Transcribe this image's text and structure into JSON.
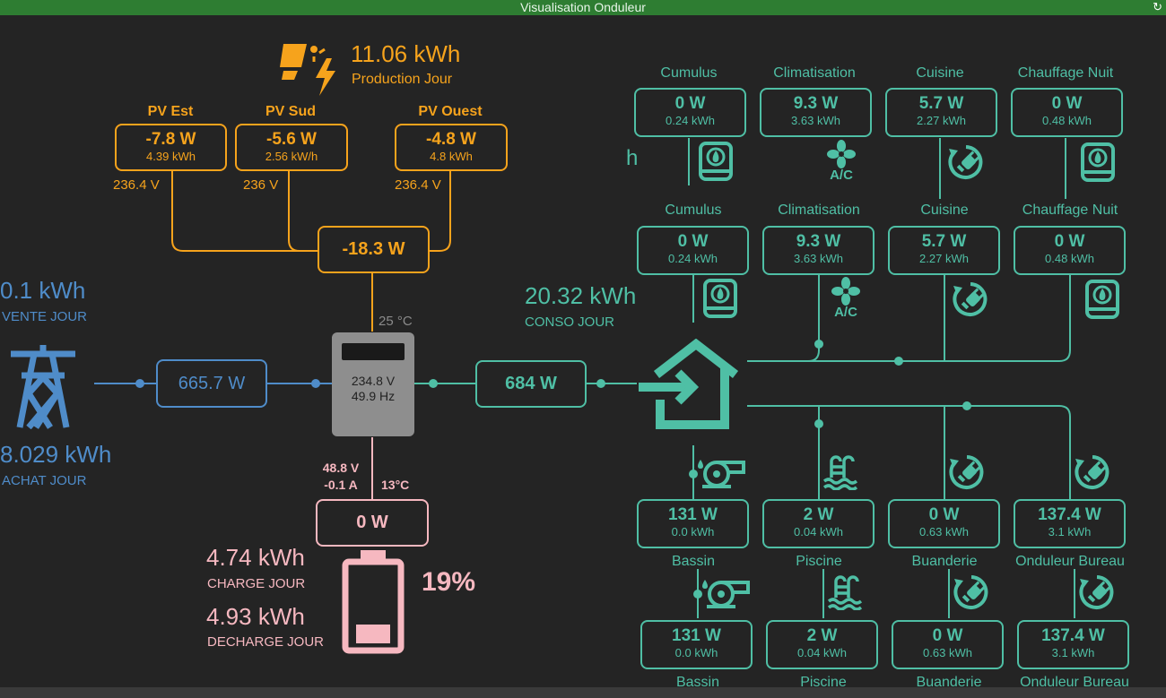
{
  "window": {
    "title": "Visualisation Onduleur"
  },
  "solar": {
    "production_value": "11.06 kWh",
    "production_label": "Production Jour",
    "panels": [
      {
        "name": "PV Est",
        "power": "-7.8 W",
        "energy": "4.39 kWh",
        "voltage": "236.4 V"
      },
      {
        "name": "PV Sud",
        "power": "-5.6 W",
        "energy": "2.56 kW/h",
        "voltage": "236 V"
      },
      {
        "name": "PV Ouest",
        "power": "-4.8 W",
        "energy": "4.8 kWh",
        "voltage": "236.4 V"
      }
    ],
    "total_power": "-18.3 W"
  },
  "inverter": {
    "temperature": "25 °C",
    "voltage": "234.8 V",
    "frequency": "49.9 Hz"
  },
  "grid": {
    "sell_value": "0.1 kWh",
    "sell_label": "VENTE JOUR",
    "buy_value": "8.029 kWh",
    "buy_label": "ACHAT JOUR",
    "power": "665.7 W"
  },
  "home": {
    "power": "684 W",
    "conso_value": "20.32 kWh",
    "conso_label": "CONSO JOUR",
    "stray_text": "h"
  },
  "battery": {
    "voltage": "48.8 V",
    "current": "-0.1 A",
    "temperature": "13°C",
    "power": "0 W",
    "percent": "19%",
    "level": 0.19,
    "charge_value": "4.74 kWh",
    "charge_label": "CHARGE JOUR",
    "discharge_value": "4.93 kWh",
    "discharge_label": "DECHARGE JOUR"
  },
  "loads_top_a": [
    {
      "name": "Cumulus",
      "power": "0 W",
      "energy": "0.24 kWh",
      "icon": "water-heater-icon"
    },
    {
      "name": "Climatisation",
      "power": "9.3 W",
      "energy": "3.63 kWh",
      "icon": "air-conditioner-icon"
    },
    {
      "name": "Cuisine",
      "power": "5.7 W",
      "energy": "2.27 kWh",
      "icon": "power-plug-icon"
    },
    {
      "name": "Chauffage Nuit",
      "power": "0 W",
      "energy": "0.48 kWh",
      "icon": "water-heater-icon"
    }
  ],
  "loads_top_b": [
    {
      "name": "Cumulus",
      "power": "0 W",
      "energy": "0.24 kWh",
      "icon": "water-heater-icon"
    },
    {
      "name": "Climatisation",
      "power": "9.3 W",
      "energy": "3.63 kWh",
      "icon": "air-conditioner-icon"
    },
    {
      "name": "Cuisine",
      "power": "5.7 W",
      "energy": "2.27 kWh",
      "icon": "power-plug-icon"
    },
    {
      "name": "Chauffage Nuit",
      "power": "0 W",
      "energy": "0.48 kWh",
      "icon": "water-heater-icon"
    }
  ],
  "loads_bottom_a": [
    {
      "name": "Bassin",
      "power": "131 W",
      "energy": "0.0 kWh",
      "icon": "pump-icon"
    },
    {
      "name": "Piscine",
      "power": "2 W",
      "energy": "0.04 kWh",
      "icon": "pool-icon"
    },
    {
      "name": "Buanderie",
      "power": "0 W",
      "energy": "0.63 kWh",
      "icon": "power-plug-icon"
    },
    {
      "name": "Onduleur Bureau",
      "power": "137.4 W",
      "energy": "3.1 kWh",
      "icon": "power-plug-icon"
    }
  ],
  "loads_bottom_b": [
    {
      "name": "Bassin",
      "power": "131 W",
      "energy": "0.0 kWh",
      "icon": "pump-icon"
    },
    {
      "name": "Piscine",
      "power": "2 W",
      "energy": "0.04 kWh",
      "icon": "pool-icon"
    },
    {
      "name": "Buanderie",
      "power": "0 W",
      "energy": "0.63 kWh",
      "icon": "power-plug-icon"
    },
    {
      "name": "Onduleur Bureau",
      "power": "137.4 W",
      "energy": "3.1 kWh",
      "icon": "power-plug-icon"
    }
  ],
  "colors": {
    "solar": "#f6a31c",
    "grid": "#4f8cc9",
    "home": "#4fbfa5",
    "battery": "#f6b8c0",
    "inverter": "#8e8e8e",
    "background": "#242424",
    "titlebar": "#2e7d32"
  }
}
